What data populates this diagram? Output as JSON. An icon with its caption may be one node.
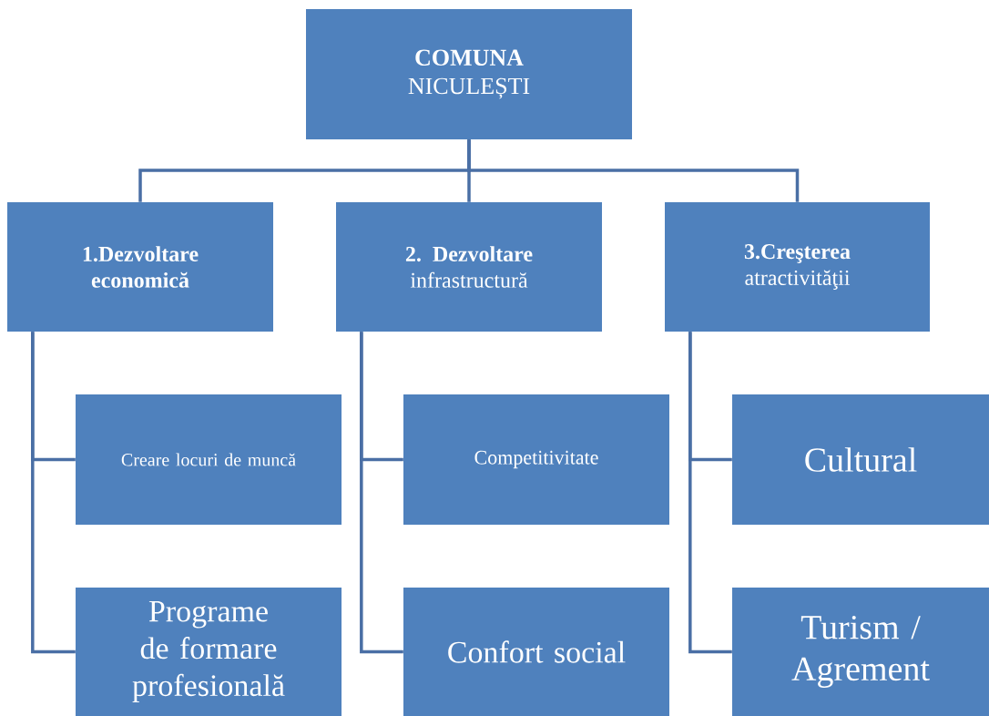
{
  "diagram": {
    "nodes": [
      {
        "text": [
          "**COMUNA** NICULEȘTI"
        ]
      },
      {
        "text": [
          "1.Dezvoltare economică"
        ]
      },
      {
        "text": [
          "**2. Dezvoltare** infrastructură"
        ]
      },
      {
        "text": [
          "**3.Creşterea** atractivităţii"
        ]
      },
      {
        "text": [
          "Creare locuri de muncă"
        ]
      },
      {
        "text": [
          "Programe de formare profesională"
        ]
      },
      {
        "text": [
          "Competitivitate"
        ]
      },
      {
        "text": [
          "Confort social"
        ]
      },
      {
        "text": [
          "Cultural"
        ]
      },
      {
        "text": [
          "Turism / Agrement"
        ]
      }
    ],
    "edges": [
      {
        "from": 0,
        "to": 1,
        "arrow": "none"
      },
      {
        "from": 0,
        "to": 2,
        "arrow": "none"
      },
      {
        "from": 0,
        "to": 3,
        "arrow": "none"
      },
      {
        "from": 1,
        "to": 4,
        "arrow": "none"
      },
      {
        "from": 1,
        "to": 5,
        "arrow": "none"
      },
      {
        "from": 2,
        "to": 6,
        "arrow": "none"
      },
      {
        "from": 2,
        "to": 7,
        "arrow": "none"
      },
      {
        "from": 3,
        "to": 8,
        "arrow": "none"
      },
      {
        "from": 3,
        "to": 9,
        "arrow": "none"
      }
    ]
  }
}
